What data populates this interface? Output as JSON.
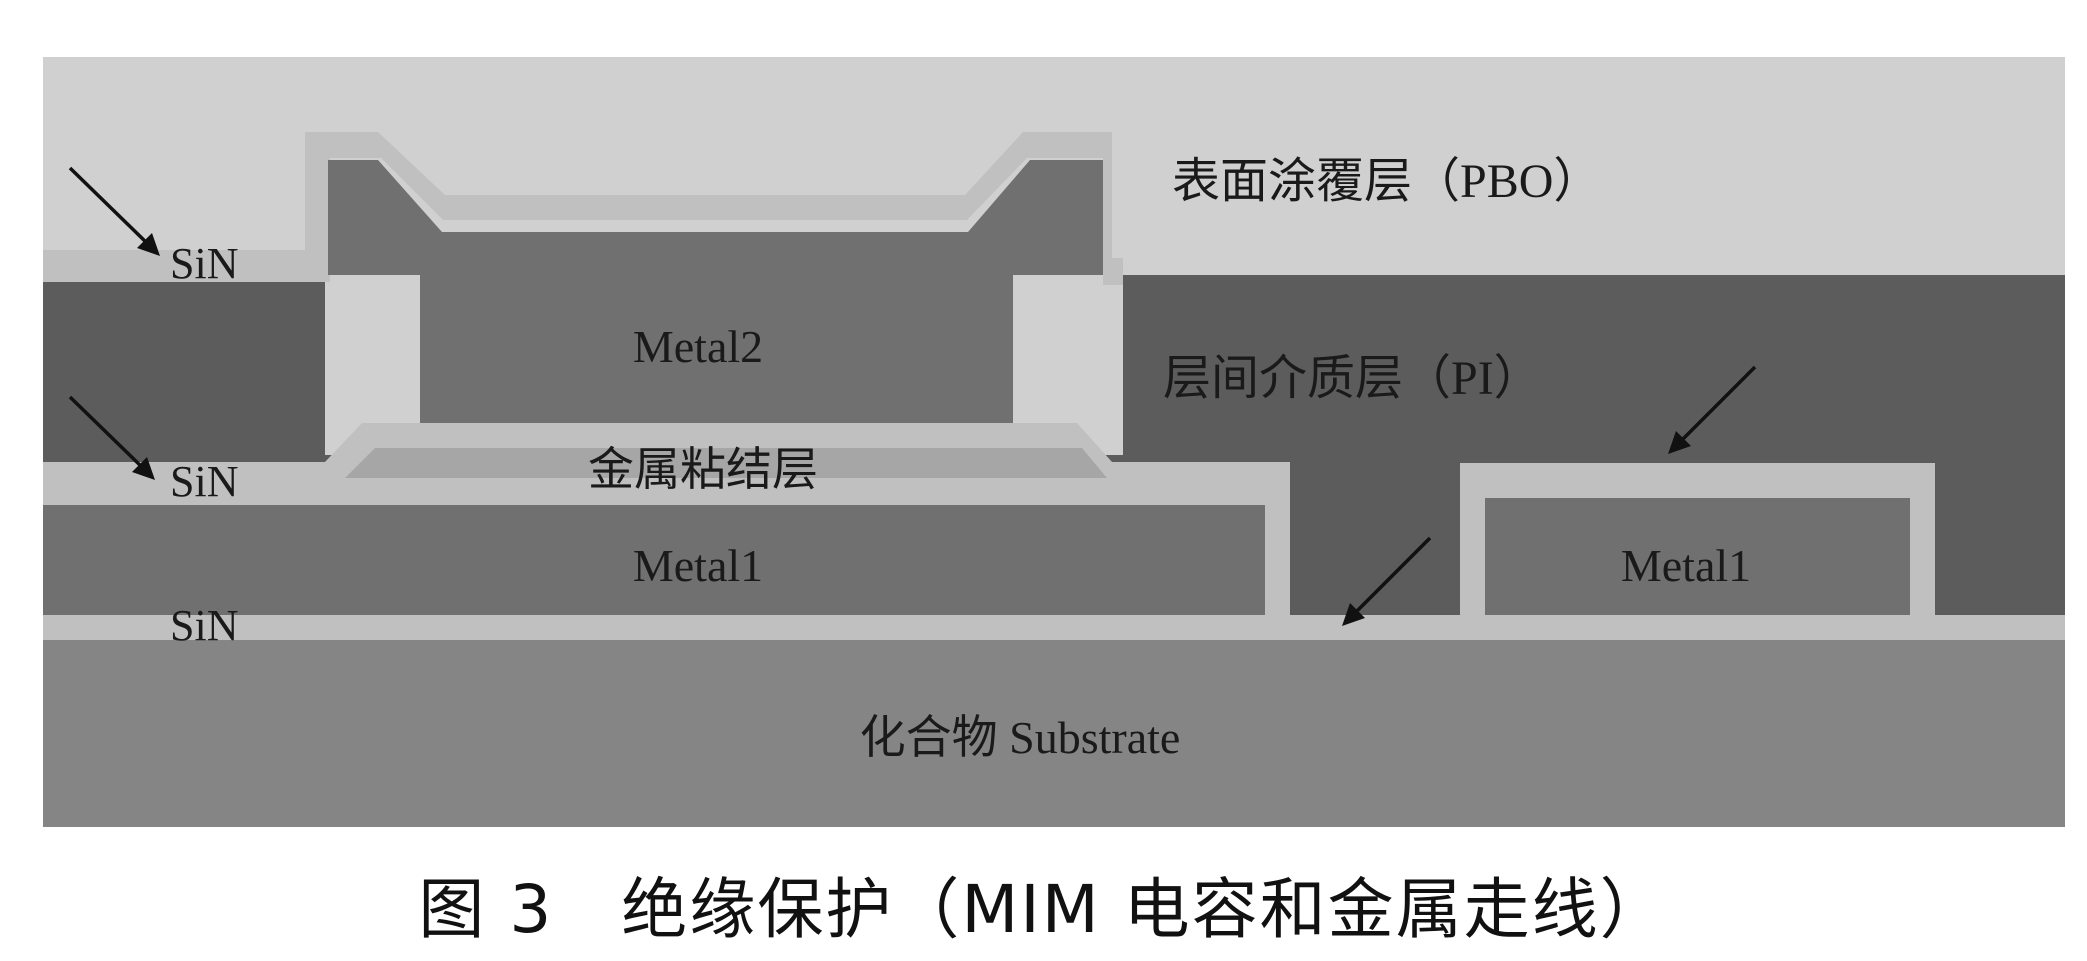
{
  "caption": "图 3　绝缘保护（MIM 电容和金属走线）",
  "labels": {
    "pbo": "表面涂覆层（PBO）",
    "pi": "层间介质层（PI）",
    "metal2": "Metal2",
    "adhesion": "金属粘结层",
    "metal1_left": "Metal1",
    "metal1_right": "Metal1",
    "substrate": "化合物 Substrate",
    "sin_top": "SiN",
    "sin_middle": "SiN",
    "sin_bottom": "SiN"
  },
  "colors": {
    "pbo": "#d0d0d0",
    "pi": "#5c5c5c",
    "sin": "#c0c0c0",
    "metal2": "#707070",
    "metal1": "#707070",
    "adhesion": "#a6a6a6",
    "substrate": "#858585"
  }
}
